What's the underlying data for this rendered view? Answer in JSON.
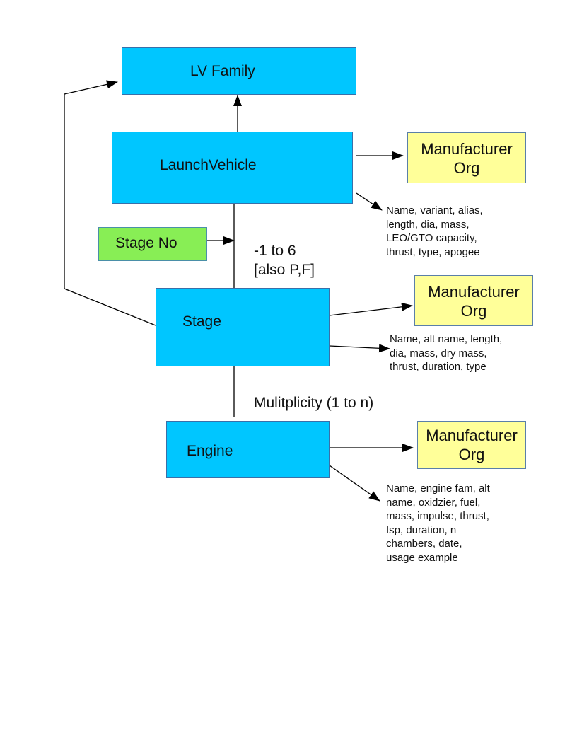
{
  "entities": {
    "lv_family": "LV Family",
    "launch_vehicle": "LaunchVehicle",
    "stage_no": "Stage No",
    "stage": "Stage",
    "engine": "Engine",
    "manufacturer_lv": "Manufacturer\nOrg",
    "manufacturer_stage": "Manufacturer\nOrg",
    "manufacturer_engine": "Manufacturer\nOrg"
  },
  "attributes": {
    "launch_vehicle": "Name, variant, alias,\nlength, dia, mass,\nLEO/GTO capacity,\nthrust, type, apogee",
    "stage": "Name, alt name, length,\ndia, mass, dry mass,\nthrust, duration, type",
    "engine": "Name, engine fam, alt\nname, oxidzier, fuel,\nmass, impulse, thrust,\nIsp, duration, n\nchambers, date,\nusage example"
  },
  "annotations": {
    "stage_range": "-1 to 6\n[also P,F]",
    "multiplicity": "Mulitplicity (1 to n)"
  },
  "colors": {
    "entity_blue": "#00c6ff",
    "org_yellow": "#ffff99",
    "stage_no_green": "#88ee55"
  }
}
